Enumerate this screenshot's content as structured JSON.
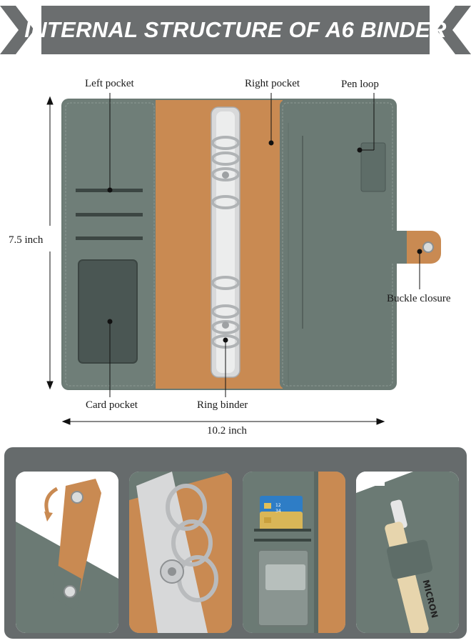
{
  "banner": {
    "title": "INTERNAL STRUCTURE OF A6 BINDER"
  },
  "labels": {
    "left_pocket": "Left pocket",
    "right_pocket": "Right pocket",
    "pen_loop": "Pen loop",
    "buckle_closure": "Buckle closure",
    "card_pocket": "Card pocket",
    "ring_binder": "Ring binder",
    "height": "7.5 inch",
    "width": "10.2 inch"
  },
  "thumb_text": {
    "card_digits": "12\n34",
    "pen_brand": "MICRON"
  },
  "colors": {
    "banner_gray": "#6b6e6f",
    "leather_gray": "#6b7a74",
    "leather_orange": "#c98a52",
    "panel_gray": "#666b6c"
  }
}
